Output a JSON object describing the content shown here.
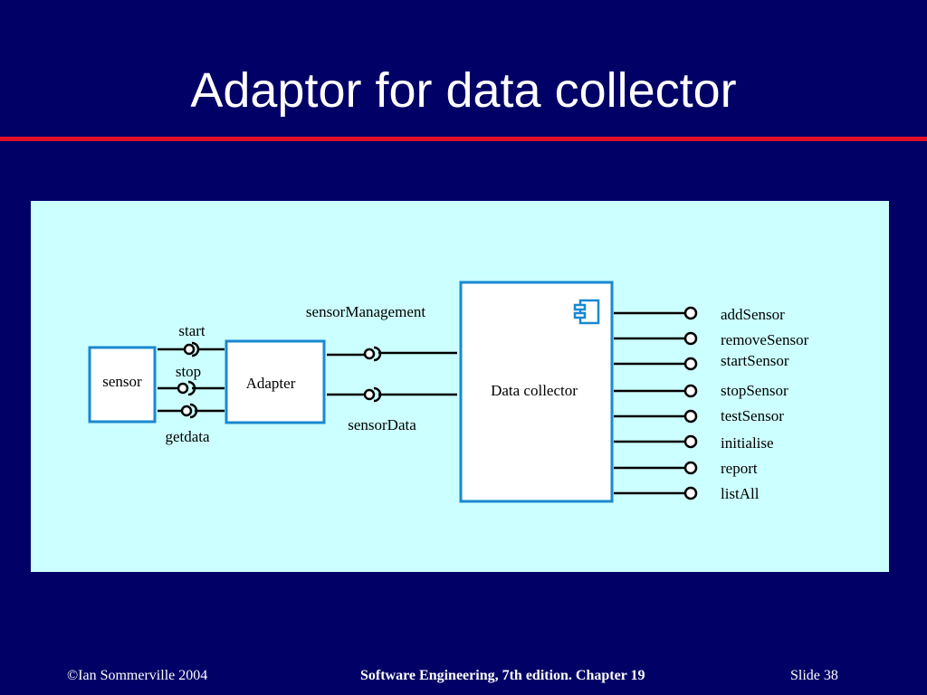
{
  "slide": {
    "title": "Adaptor for data collector",
    "footer_left": "©Ian Sommerville 2004",
    "footer_center": "Software Engineering, 7th edition. Chapter 19",
    "footer_right": "Slide  38"
  },
  "colors": {
    "background": "#000066",
    "rule": "#e0102a",
    "panel": "#ccffff",
    "component_border": "#1a88d0"
  },
  "diagram": {
    "components": {
      "sensor": "sensor",
      "adapter": "Adapter",
      "data_collector": "Data collector"
    },
    "sensor_interfaces": [
      "start",
      "stop",
      "getdata"
    ],
    "adapter_interfaces": {
      "management": "sensorManagement",
      "data": "sensorData"
    },
    "collector_interfaces": [
      "addSensor",
      "removeSensor",
      "startSensor",
      "stopSensor",
      "testSensor",
      "initialise",
      "report",
      "listAll"
    ],
    "icons": {
      "component_icon": "uml-component-icon"
    }
  }
}
